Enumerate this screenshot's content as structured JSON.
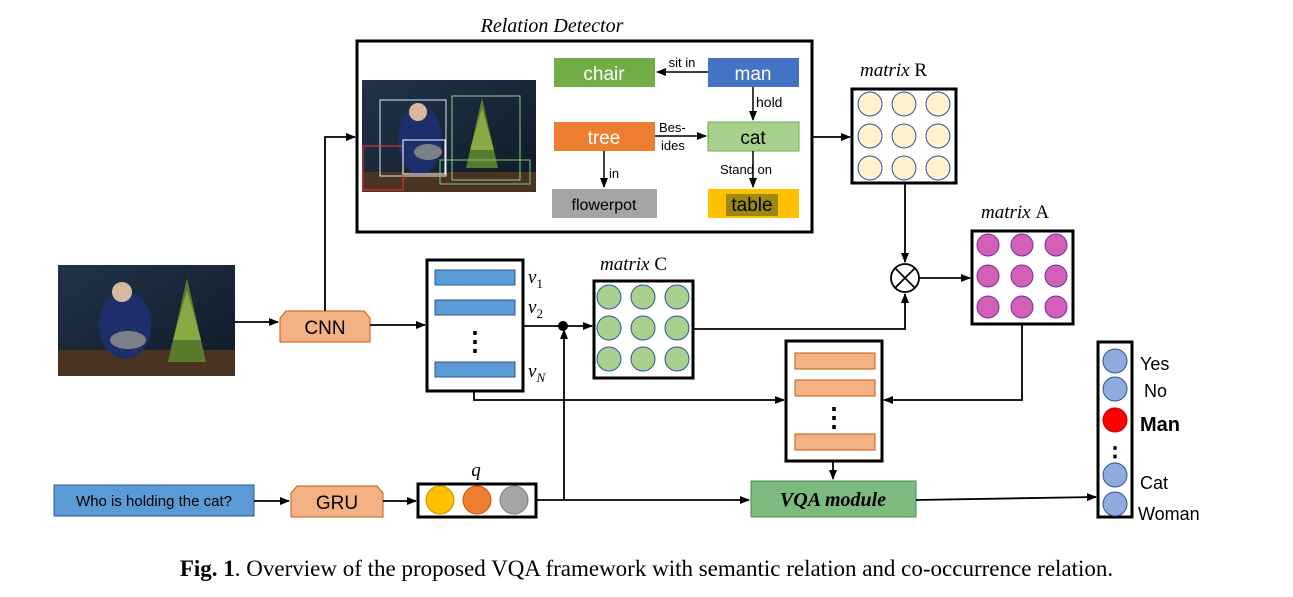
{
  "relation_detector": {
    "title": "Relation Detector",
    "nodes": {
      "chair": "chair",
      "man": "man",
      "tree": "tree",
      "cat": "cat",
      "flowerpot": "flowerpot",
      "table": "table"
    },
    "edges": {
      "sit_in": "sit in",
      "hold": "hold",
      "besides_1": "Bes-",
      "besides_2": "ides",
      "in": "in",
      "stand_on": "Stand on"
    }
  },
  "matrices": {
    "r_label": "matrix",
    "r_letter": "R",
    "a_label": "matrix",
    "a_letter": "A",
    "c_label": "matrix",
    "c_letter": "C"
  },
  "cnn_label": "CNN",
  "gru_label": "GRU",
  "question": "Who is holding the cat?",
  "q_label": "q",
  "features": {
    "v": "v",
    "sub1": "1",
    "sub2": "2",
    "subN": "N",
    "ellipsis": "⋮"
  },
  "vqa_module": "VQA module",
  "answers": {
    "yes": "Yes",
    "no": "No",
    "man": "Man",
    "cat": "Cat",
    "woman": "Woman"
  },
  "caption": {
    "fig": "Fig. 1",
    "text": ". Overview of the proposed VQA framework with semantic relation and co-occurrence relation."
  },
  "colors": {
    "chair": "#70ad47",
    "man": "#4472c4",
    "tree": "#ed7d31",
    "cat": "#a9d18e",
    "flowerpot": "#a5a5a5",
    "table": "#ffc000",
    "cnn": "#f4b183",
    "question": "#5b9bd5",
    "vqa": "#7cba7e",
    "matrix_r_cell": "#fff2cc",
    "matrix_a_cell": "#d35fb7",
    "matrix_c_cell": "#a9d18e",
    "answer_cell": "#8faadc",
    "answer_highlight": "#ff0000"
  }
}
